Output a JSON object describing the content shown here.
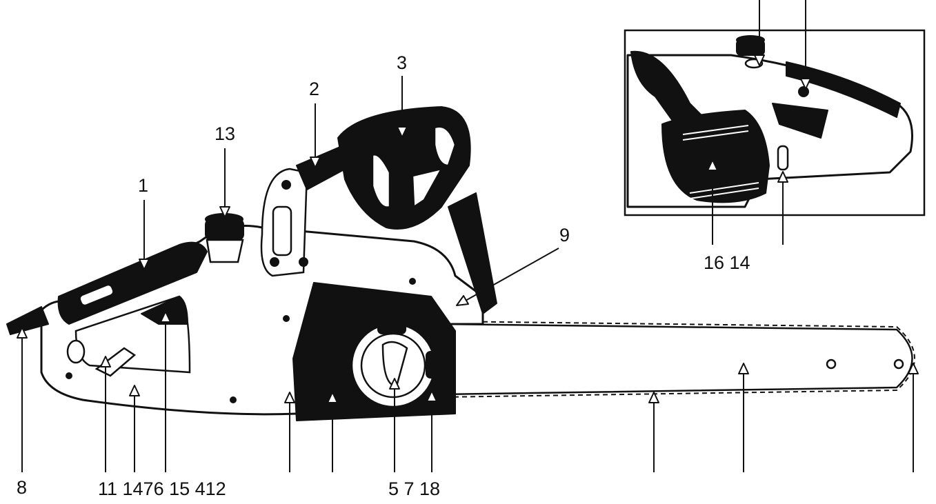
{
  "figure": {
    "labels": {
      "l1": "1",
      "l2": "2",
      "l3": "3",
      "l13": "13",
      "l9": "9",
      "l8": "8",
      "bottom_a": "11 1476 15 412",
      "bottom_b": "5 7 18",
      "inset": "16 14"
    }
  }
}
